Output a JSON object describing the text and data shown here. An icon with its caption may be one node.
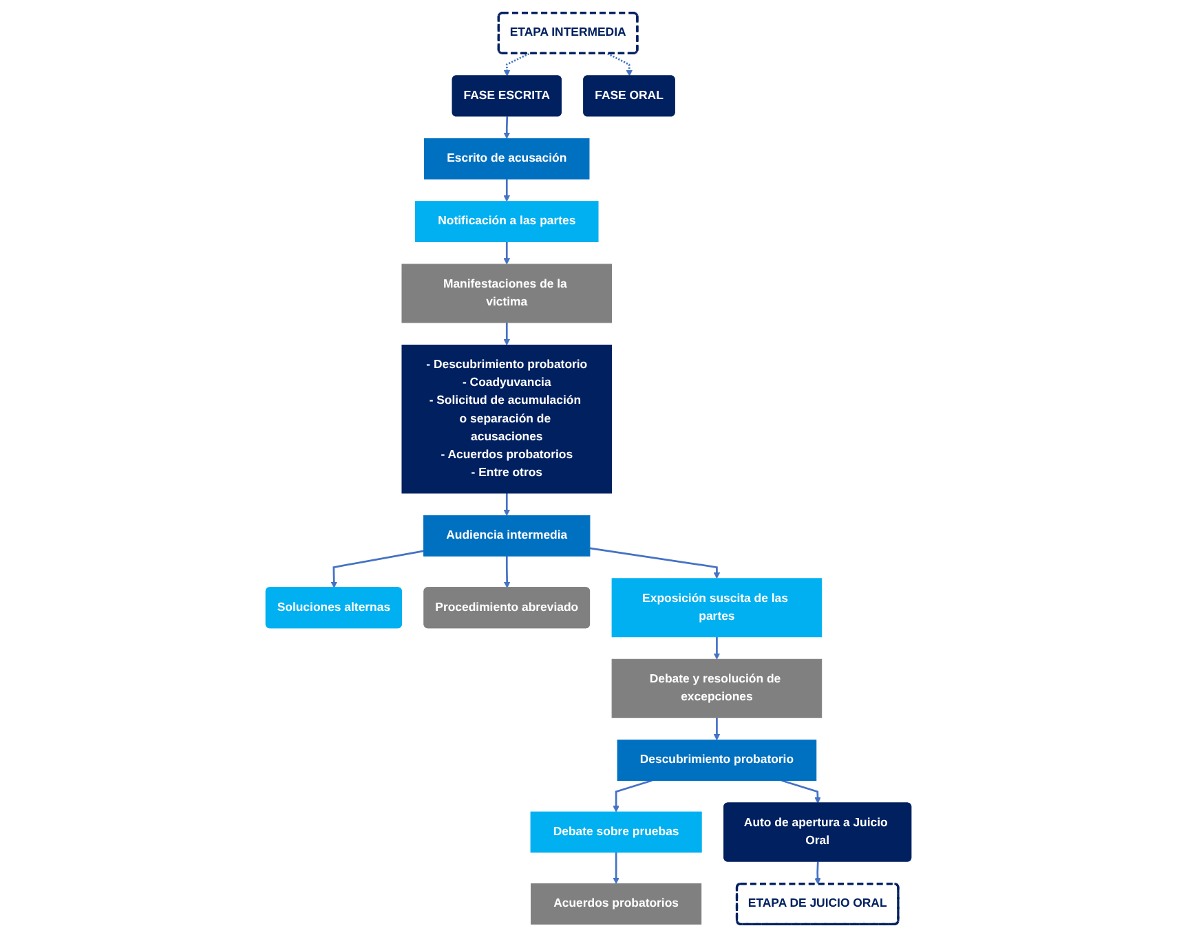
{
  "diagram": {
    "nodes": [
      {
        "text": [
          "ETAPA INTERMEDIA"
        ]
      },
      {
        "text": [
          "FASE ESCRITA"
        ]
      },
      {
        "text": [
          "FASE ORAL"
        ]
      },
      {
        "text": [
          "Escrito de acusación"
        ]
      },
      {
        "text": [
          "Notificación a las partes"
        ]
      },
      {
        "text": [
          "Manifestaciones de la victima"
        ]
      },
      {
        "text": [
          "- Descubrimiento probatorio",
          "- Coadyuvancia",
          "- Solicitud de acumulación o separación de acusaciones",
          "- Acuerdos probatorios",
          "- Entre otros"
        ]
      },
      {
        "text": [
          "Audiencia intermedia"
        ]
      },
      {
        "text": [
          "Soluciones alternas"
        ]
      },
      {
        "text": [
          "Procedimiento abreviado"
        ]
      },
      {
        "text": [
          "Exposición suscita de las partes"
        ]
      },
      {
        "text": [
          "Debate y resolución de excepciones"
        ]
      },
      {
        "text": [
          "Descubrimiento probatorio"
        ]
      },
      {
        "text": [
          "Debate sobre pruebas"
        ]
      },
      {
        "text": [
          "Auto de apertura a Juicio Oral"
        ]
      },
      {
        "text": [
          "Acuerdos probatorios"
        ]
      },
      {
        "text": [
          "ETAPA DE JUICIO ORAL"
        ]
      }
    ],
    "edges": [
      {
        "from": 0,
        "to": 1,
        "arrow": "to",
        "style": "dashed"
      },
      {
        "from": 0,
        "to": 2,
        "arrow": "to",
        "style": "dashed"
      },
      {
        "from": 1,
        "to": 3,
        "arrow": "to"
      },
      {
        "from": 3,
        "to": 4,
        "arrow": "to"
      },
      {
        "from": 4,
        "to": 5,
        "arrow": "to"
      },
      {
        "from": 5,
        "to": 6,
        "arrow": "to"
      },
      {
        "from": 6,
        "to": 7,
        "arrow": "to"
      },
      {
        "from": 7,
        "to": 8,
        "arrow": "to"
      },
      {
        "from": 7,
        "to": 9,
        "arrow": "to"
      },
      {
        "from": 7,
        "to": 10,
        "arrow": "to"
      },
      {
        "from": 10,
        "to": 11,
        "arrow": "to"
      },
      {
        "from": 11,
        "to": 12,
        "arrow": "to"
      },
      {
        "from": 12,
        "to": 13,
        "arrow": "to"
      },
      {
        "from": 13,
        "to": 15,
        "arrow": "to"
      },
      {
        "from": 12,
        "to": 14,
        "arrow": "to"
      },
      {
        "from": 14,
        "to": 16,
        "arrow": "to"
      }
    ]
  }
}
